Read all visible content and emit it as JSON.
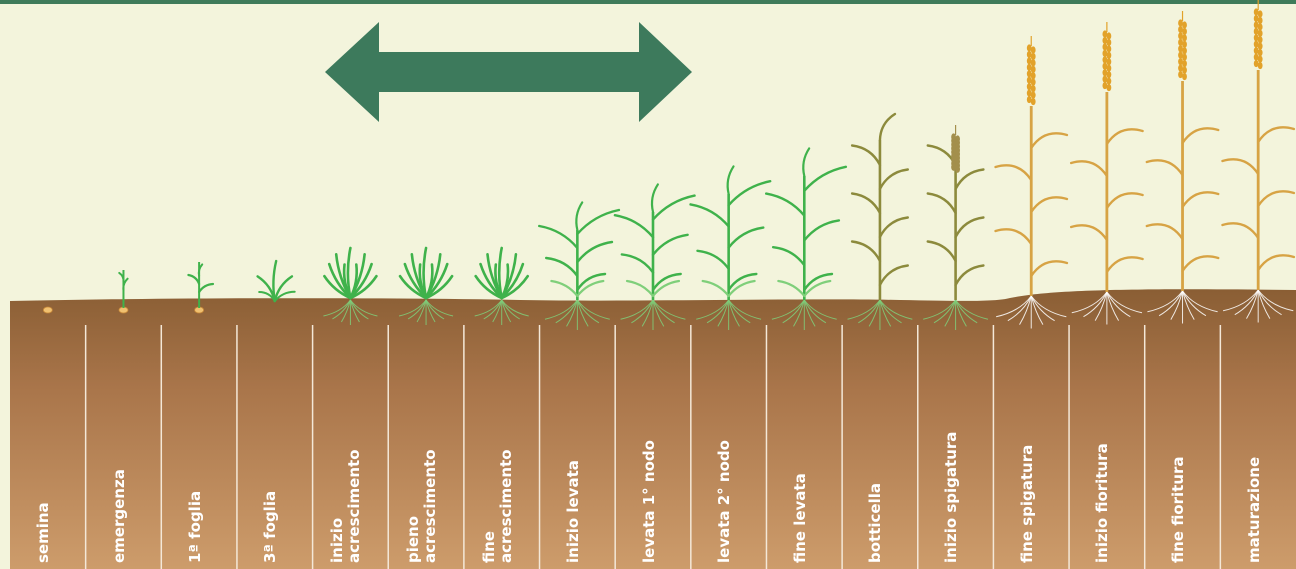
{
  "colors": {
    "background": "#f3f4dc",
    "top_band": "#3f7b5a",
    "arrow": "#3d7a5c",
    "soil_top": "#8a5e34",
    "soil_bottom": "#cc9a68",
    "divider": "#f4e8d8",
    "leaf_green": "#3fb24b",
    "leaf_green_light": "#7fcf7a",
    "leaf_olive": "#8c8a3c",
    "leaf_straw": "#d7a344",
    "spike_gold": "#e2a22a",
    "root": "#ffffff",
    "seed": "#f0c070"
  },
  "stages": [
    {
      "label": "semina",
      "plant": "seed"
    },
    {
      "label": "emergenza",
      "plant": "emergence"
    },
    {
      "label": "1ª foglia",
      "plant": "first-leaf"
    },
    {
      "label": "3ª foglia",
      "plant": "third-leaf"
    },
    {
      "label": "inizio\nacrescimento",
      "plant": "tillering"
    },
    {
      "label": "pieno\nacrescimento",
      "plant": "tillering"
    },
    {
      "label": "fine\nacrescimento",
      "plant": "tillering"
    },
    {
      "label": "inizio levata",
      "plant": "stem-green"
    },
    {
      "label": "levata 1° nodo",
      "plant": "stem-green"
    },
    {
      "label": "levata 2° nodo",
      "plant": "stem-green"
    },
    {
      "label": "fine levata",
      "plant": "stem-green"
    },
    {
      "label": "botticella",
      "plant": "boot-olive"
    },
    {
      "label": "inizio spigatura",
      "plant": "heading-olive"
    },
    {
      "label": "fine spigatura",
      "plant": "mature-straw"
    },
    {
      "label": "inizio fioritura",
      "plant": "mature-straw"
    },
    {
      "label": "fine fioritura",
      "plant": "mature-straw"
    },
    {
      "label": "maturazione",
      "plant": "mature-straw"
    }
  ]
}
